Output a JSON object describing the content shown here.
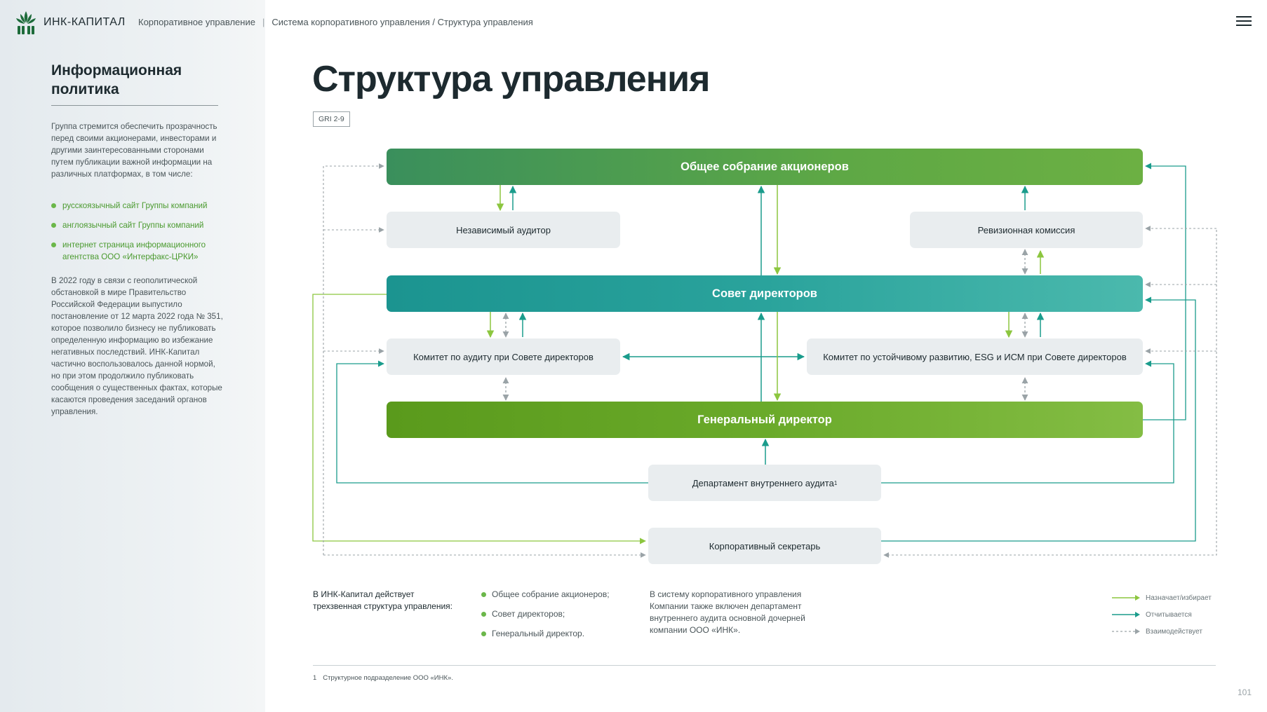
{
  "header": {
    "logo_text": "ИНК-КАПИТАЛ",
    "breadcrumb_1": "Корпоративное управление",
    "breadcrumb_separator": "|",
    "breadcrumb_2": "Система корпоративного управления / Структура управления",
    "menu_icon": "hamburger-menu-icon"
  },
  "sidebar": {
    "title": "Информационная политика",
    "intro": "Группа стремится обеспечить прозрачность перед своими акционерами, инвесторами и другими заинтересованными сторонами путем публикации важной информации на различных платформах, в том числе:",
    "links": [
      "русскоязычный сайт Группы компаний",
      "англоязычный сайт Группы компаний",
      "интернет страница информационного агентства ООО «Интерфакс-ЦРКИ»"
    ],
    "paragraph": "В 2022 году в связи с геополитической обстановкой в мире Правительство Российской Федерации выпустило постановление от 12 марта 2022 года № 351, которое позволило бизнесу не публиковать определенную информацию во избежание негативных последствий. ИНК-Капитал частично воспользовалось данной нормой, но при этом продолжило публиковать сообщения о существенных фактах, которые касаются проведения заседаний органов управления."
  },
  "main": {
    "title": "Структура управления",
    "gri_tag": "GRI 2-9"
  },
  "diagram": {
    "gsm": "Общее собрание акционеров",
    "auditor": "Независимый аудитор",
    "revision": "Ревизионная комиссия",
    "board": "Совет директоров",
    "audit_committee": "Комитет по аудиту при Совете директоров",
    "esg_committee": "Комитет по устойчивому развитию, ESG и ИСМ при Совете директоров",
    "ceo": "Генеральный директор",
    "internal_audit": "Департамент внутреннего аудита",
    "internal_audit_sup": "1",
    "secretary": "Корпоративный секретарь"
  },
  "bottom": {
    "intro": "В ИНК-Капитал действует трехзвенная структура управления:",
    "list": [
      "Общее собрание акционеров;",
      "Совет директоров;",
      "Генеральный директор."
    ],
    "note": "В систему корпоративного управления Компании также включен департамент внутреннего аудита основной дочерней компании ООО «ИНК»."
  },
  "legend": {
    "appoints": "Назначает/избирает",
    "reports": "Отчитывается",
    "interacts": "Взаимодействует"
  },
  "colors": {
    "appoints": "#8cc63f",
    "reports": "#1a9c8c",
    "interacts": "#9aa3a7"
  },
  "footnote": {
    "num": "1",
    "text": "Структурное подразделение ООО «ИНК»."
  },
  "page_number": "101"
}
